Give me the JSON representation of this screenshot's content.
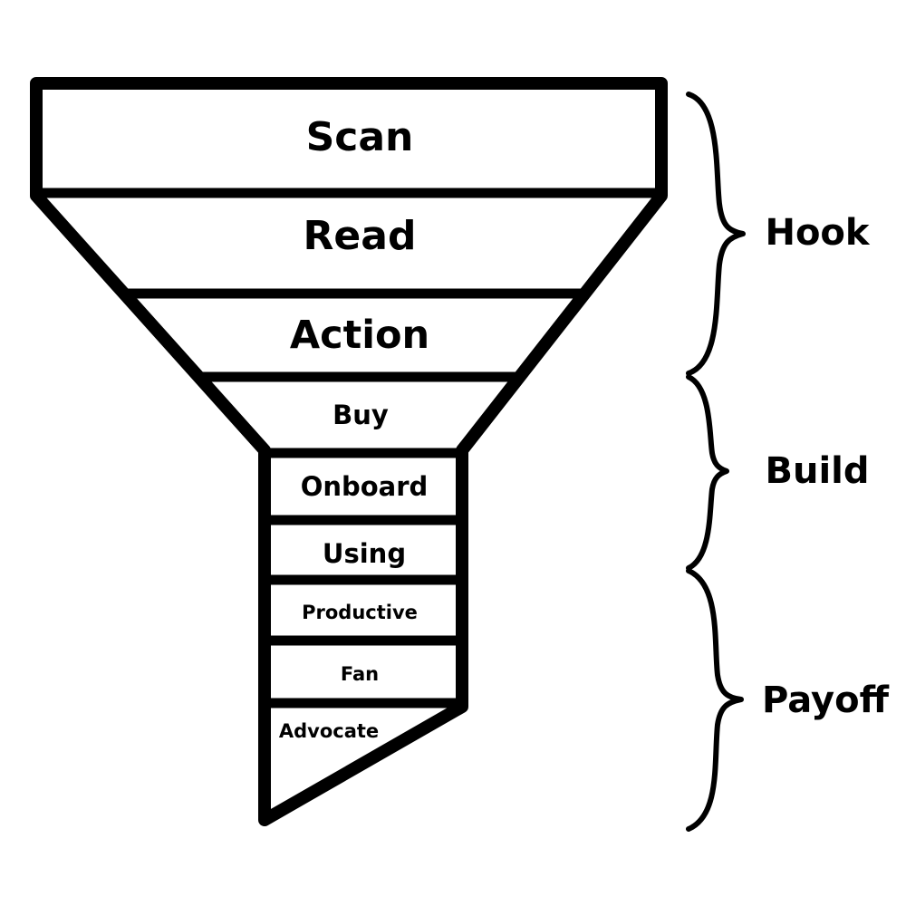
{
  "funnel": {
    "stages": [
      "Scan",
      "Read",
      "Action",
      "Buy",
      "Onboard",
      "Using",
      "Productive",
      "Fan",
      "Advocate"
    ]
  },
  "groups": [
    "Hook",
    "Build",
    "Payoff"
  ],
  "colors": {
    "ink": "#000000",
    "background": "#ffffff"
  }
}
